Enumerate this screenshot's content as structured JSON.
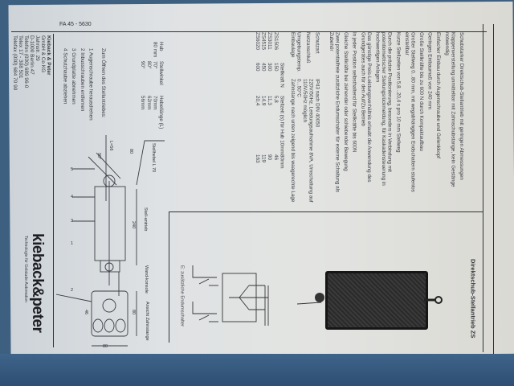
{
  "doc_number": "FA 45 - 5630",
  "title": "Direktschub-Stellantrieb ZS",
  "company": {
    "lines": [
      "Kieback & Peter",
      "GmbH & Co KG",
      "Jahnstr. 29",
      "D-1000 Berlin 47",
      "Telefon (030) 689 96-0",
      "Telex 17 - 308 501",
      "Telefax (030) 684 70 90"
    ],
    "logo": "kieback&peter",
    "tagline": "Technologie für Gebäude-Automation"
  },
  "opening": {
    "heading": "Zum Öffnen des Stellantriebes:",
    "steps": [
      "1  Augenschraube herausdrehen",
      "2  Inbusschrauben entfernen",
      "3  Grundplatte abnehmen",
      "4  Schutzhaube abziehen"
    ]
  },
  "lever_table": {
    "headers": [
      "Hub",
      "Stellwinkel",
      "Hebellänge (L)"
    ],
    "rows": [
      [
        "80 mm",
        "70°",
        "70mm"
      ],
      [
        "",
        "80°",
        "62mm"
      ],
      [
        "",
        "90°",
        "56mm"
      ]
    ]
  },
  "features": [
    "Schubstarker Direktschub-Stellantrieb mit geringen Abmessungen",
    "Klappenverstellung unmittelbar mit Zahnschubstange, kein Gestänge notwendig",
    "Einfacher Einbau durch Augenschraube und Gelenkkopf",
    "Geringes Einbaumaß von 240 mm",
    "Große Stellkräfte bis zu 600 N durch Kompaktaufbau",
    "Großer Stellweg 0...80 mm, mit wegabhängigen Endschaltern stufenlos einstellbar",
    "Kurze Stellzeiten von 5,8...20,4 s pro 10 mm Stellweg",
    "Durch die präzise Positionierung, besonders in Verbindung mit potentiometrischer Stellungsrückmeldung, für Kaskadensteuerung in hochwertigen Anlagen",
    "Das günstige Preis-Leistungsverhältnis erlaubt die Anwendung des Grundgerätes auch für den Auf/Zu Betrieb",
    "In jeder Position selbsthaltend für Stellkräfte bis 600N",
    "Gleiche Stellkräfte bei ziehender oder schiebender Bewegung",
    "Zwei potentialfreie zusätzliche Endumschalter für externe Schaltung als Zubehör"
  ],
  "specs": [
    {
      "label": "Schutzart",
      "value": "IP43 nach DIN 40050"
    },
    {
      "label": "Netzanschluß",
      "value": "220V/50Hz, Leistungsaufnahme 8VA, Umschaltung auf 110V/50Hz möglich"
    },
    {
      "label": "Umgebungstemp.",
      "value": "0...50°C"
    },
    {
      "label": "Einbaulage",
      "value": "Zahnstange nach unten zeigend bis waagerechte Lage"
    }
  ],
  "model_table": {
    "headers": [
      "",
      "Stellkraft N",
      "Stellzeit (s) für Hub 10mm",
      "80mm"
    ],
    "rows": [
      [
        "ZS1506",
        "150",
        "5,8",
        "46"
      ],
      [
        "ZS3011",
        "300",
        "11,3",
        "90"
      ],
      [
        "ZS4515",
        "450",
        "14,9",
        "119"
      ],
      [
        "ZS6020",
        "600",
        "20,4",
        "163"
      ]
    ]
  },
  "drawing": {
    "labels": {
      "lever": "Stellhebel L 70",
      "actuator": "Stell-antrieb",
      "bracket": "Wand-konsole",
      "rack_view": "Ansicht Zahnstange",
      "len": "240",
      "d80a": "80",
      "d80b": "80",
      "d80c": "80",
      "d46": "46",
      "l56": "L=56",
      "a90": "90°",
      "n1": "1",
      "n2": "2",
      "n3": "3",
      "n4": "4",
      "n5": "5"
    }
  },
  "wiring_caption": "E: zusätzliche Endumschalter",
  "colors": {
    "background": "#3d5f80",
    "paper": "#e0e2e2",
    "ink": "#2f3338"
  }
}
